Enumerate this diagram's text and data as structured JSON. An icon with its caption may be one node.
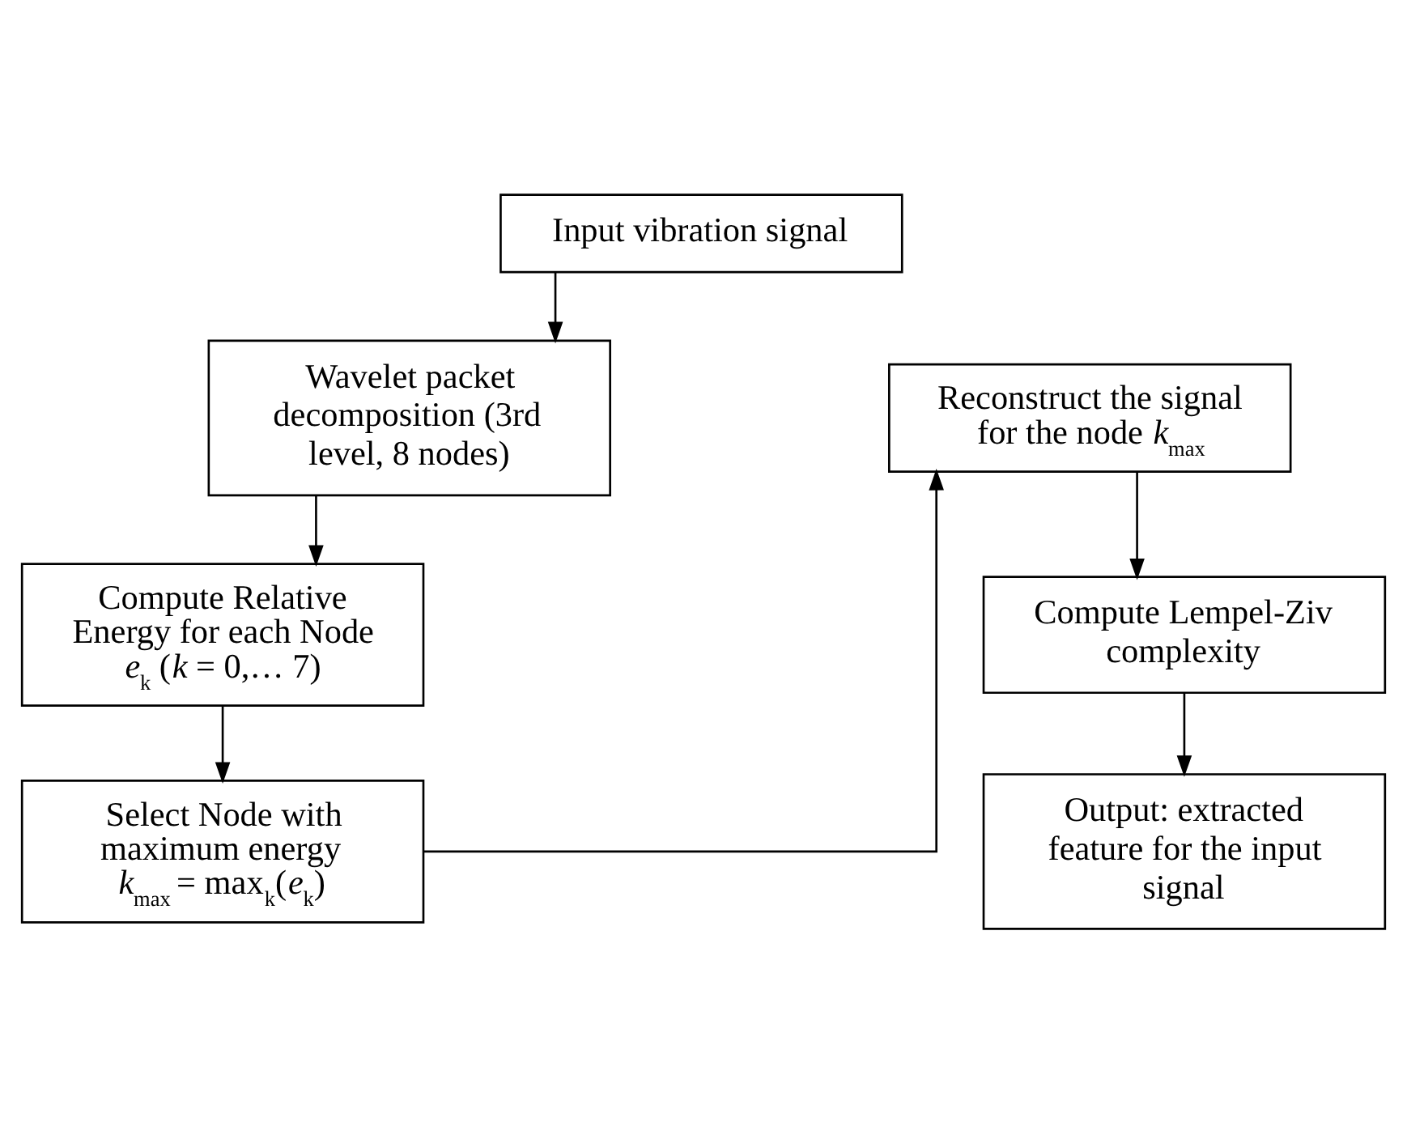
{
  "diagram": {
    "nodes": [
      {
        "text": [
          "Input vibration signal"
        ]
      },
      {
        "text": [
          "Wavelet packet decomposition (3rd level, 8 nodes)"
        ]
      },
      {
        "text": [
          "Compute Relative Energy for each Node",
          "*e*$_{k}$ (*k* = 0,… 7)"
        ]
      },
      {
        "text": [
          "Select Node with maximum energy",
          "*k*$_{max}$ = max$_{k}$(*e*$_{k}$)"
        ]
      },
      {
        "text": [
          "Reconstruct the signal for the node *k*$_{max}$"
        ]
      },
      {
        "text": [
          "Compute Lempel-Ziv complexity"
        ]
      },
      {
        "text": [
          "Output: extracted feature for the input signal"
        ]
      }
    ],
    "edges": [
      {
        "from": 0,
        "to": 1,
        "arrow": "to"
      },
      {
        "from": 1,
        "to": 2,
        "arrow": "to"
      },
      {
        "from": 2,
        "to": 3,
        "arrow": "to"
      },
      {
        "from": 3,
        "to": 4,
        "arrow": "to"
      },
      {
        "from": 4,
        "to": 5,
        "arrow": "to"
      },
      {
        "from": 5,
        "to": 6,
        "arrow": "to"
      }
    ]
  }
}
